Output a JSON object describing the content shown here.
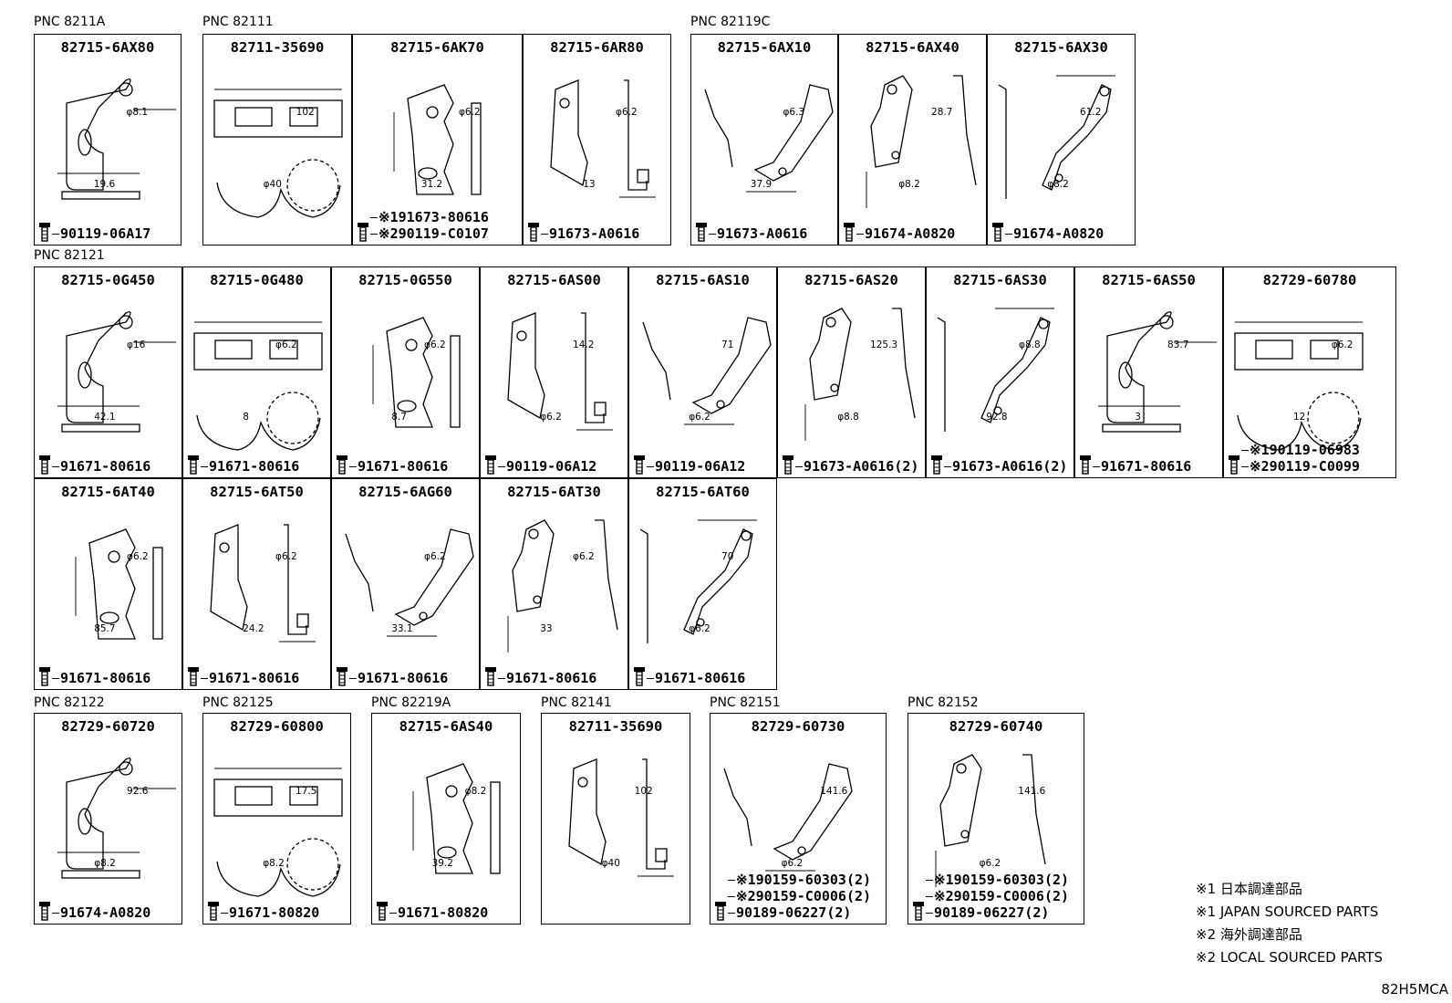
{
  "groups": [
    {
      "label": "PNC 8211A"
    },
    {
      "label": "PNC 82111"
    },
    {
      "label": "PNC 82119C"
    },
    {
      "label": "PNC 82121"
    },
    {
      "label": "PNC 82122"
    },
    {
      "label": "PNC 82125"
    },
    {
      "label": "PNC 82219A"
    },
    {
      "label": "PNC 82141"
    },
    {
      "label": "PNC 82151"
    },
    {
      "label": "PNC 82152"
    }
  ],
  "cells": [
    {
      "part": "82715-6AX80",
      "fasteners": [
        "90119-06A17"
      ],
      "dims": [
        "φ8.1",
        "19.6"
      ]
    },
    {
      "part": "82711-35690",
      "fasteners": [],
      "dims": [
        "102",
        "φ40"
      ]
    },
    {
      "part": "82715-6AK70",
      "fasteners": [
        "※191673-80616",
        "※290119-C0107"
      ],
      "dims": [
        "φ6.2",
        "31.2"
      ]
    },
    {
      "part": "82715-6AR80",
      "fasteners": [
        "91673-A0616"
      ],
      "dims": [
        "φ6.2",
        "13"
      ]
    },
    {
      "part": "82715-6AX10",
      "fasteners": [
        "91673-A0616"
      ],
      "dims": [
        "φ6.3",
        "37.9"
      ]
    },
    {
      "part": "82715-6AX40",
      "fasteners": [
        "91674-A0820"
      ],
      "dims": [
        "28.7",
        "φ8.2"
      ]
    },
    {
      "part": "82715-6AX30",
      "fasteners": [
        "91674-A0820"
      ],
      "dims": [
        "61.2",
        "φ8.2"
      ]
    },
    {
      "part": "82715-0G450",
      "fasteners": [
        "91671-80616"
      ],
      "dims": [
        "φ16",
        "42.1"
      ]
    },
    {
      "part": "82715-0G480",
      "fasteners": [
        "91671-80616"
      ],
      "dims": [
        "φ6.2",
        "8"
      ]
    },
    {
      "part": "82715-0G550",
      "fasteners": [
        "91671-80616"
      ],
      "dims": [
        "φ6.2",
        "8.7"
      ]
    },
    {
      "part": "82715-6AS00",
      "fasteners": [
        "90119-06A12"
      ],
      "dims": [
        "14.2",
        "φ6.2"
      ]
    },
    {
      "part": "82715-6AS10",
      "fasteners": [
        "90119-06A12"
      ],
      "dims": [
        "71",
        "φ6.2"
      ]
    },
    {
      "part": "82715-6AS20",
      "fasteners": [
        "91673-A0616(2)"
      ],
      "dims": [
        "125.3",
        "φ8.8"
      ]
    },
    {
      "part": "82715-6AS30",
      "fasteners": [
        "91673-A0616(2)"
      ],
      "dims": [
        "φ8.8",
        "92.8"
      ]
    },
    {
      "part": "82715-6AS50",
      "fasteners": [
        "91671-80616"
      ],
      "dims": [
        "83.7",
        "3"
      ]
    },
    {
      "part": "82729-60780",
      "fasteners": [
        "※190119-06983",
        "※290119-C0099"
      ],
      "dims": [
        "φ6.2",
        "12"
      ]
    },
    {
      "part": "82715-6AT40",
      "fasteners": [
        "91671-80616"
      ],
      "dims": [
        "φ6.2",
        "85.7"
      ]
    },
    {
      "part": "82715-6AT50",
      "fasteners": [
        "91671-80616"
      ],
      "dims": [
        "φ6.2",
        "24.2"
      ]
    },
    {
      "part": "82715-6AG60",
      "fasteners": [
        "91671-80616"
      ],
      "dims": [
        "φ6.2",
        "33.1"
      ]
    },
    {
      "part": "82715-6AT30",
      "fasteners": [
        "91671-80616"
      ],
      "dims": [
        "φ6.2",
        "33"
      ]
    },
    {
      "part": "82715-6AT60",
      "fasteners": [
        "91671-80616"
      ],
      "dims": [
        "70",
        "φ6.2"
      ]
    },
    {
      "part": "82729-60720",
      "fasteners": [
        "91674-A0820"
      ],
      "dims": [
        "92.6",
        "φ8.2"
      ]
    },
    {
      "part": "82729-60800",
      "fasteners": [
        "91671-80820"
      ],
      "dims": [
        "17.5",
        "φ8.2"
      ]
    },
    {
      "part": "82715-6AS40",
      "fasteners": [
        "91671-80820"
      ],
      "dims": [
        "φ8.2",
        "39.2"
      ]
    },
    {
      "part": "82711-35690",
      "fasteners": [],
      "dims": [
        "102",
        "φ40"
      ]
    },
    {
      "part": "82729-60730",
      "fasteners": [
        "※190159-60303(2)",
        "※290159-C0006(2)",
        "90189-06227(2)"
      ],
      "dims": [
        "141.6",
        "φ6.2"
      ]
    },
    {
      "part": "82729-60740",
      "fasteners": [
        "※190159-60303(2)",
        "※290159-C0006(2)",
        "90189-06227(2)"
      ],
      "dims": [
        "141.6",
        "φ6.2"
      ]
    }
  ],
  "legend": [
    "※1 日本調達部品",
    "※1 JAPAN SOURCED PARTS",
    "※2 海外調達部品",
    "※2 LOCAL SOURCED PARTS"
  ],
  "drawing_code": "82H5MCA"
}
